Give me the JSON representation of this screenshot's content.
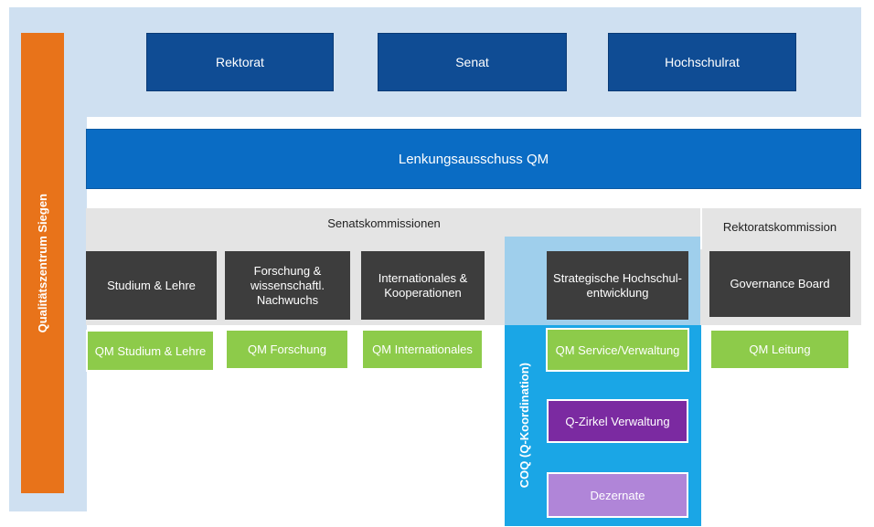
{
  "top": {
    "rektorat": "Rektorat",
    "senat": "Senat",
    "hochschulrat": "Hochschulrat"
  },
  "lenkung": "Lenkungsausschuss QM",
  "sidebar": {
    "label": "Qualitätszentrum Siegen"
  },
  "headers": {
    "senat": "Senatskommissionen",
    "rektorat": "Rektoratskommission"
  },
  "commissions": [
    "Studium & Lehre",
    "Forschung & wissenschaftl. Nachwuchs",
    "Internationales & Kooperationen",
    "Strategische Hochschul-entwicklung",
    "Governance Board"
  ],
  "qm": [
    "QM Studium & Lehre",
    "QM Forschung",
    "QM Internationales",
    "QM Service/Verwaltung",
    "QM Leitung"
  ],
  "coq": {
    "label": "COQ (Q-Koordination)",
    "zirkel": "Q-Zirkel Verwaltung",
    "dezernate": "Dezernate"
  },
  "colors": {
    "sidebar": "#e8731a",
    "dark_blue": "#0f4c94",
    "lenkung_blue": "#0a6cc4",
    "light_blue": "#cfe0f1",
    "cyan": "#1aa6e6",
    "dark_grey": "#3d3d3d",
    "green": "#8dcb4a",
    "purple": "#7b2aa1",
    "lavender": "#b085d8"
  }
}
